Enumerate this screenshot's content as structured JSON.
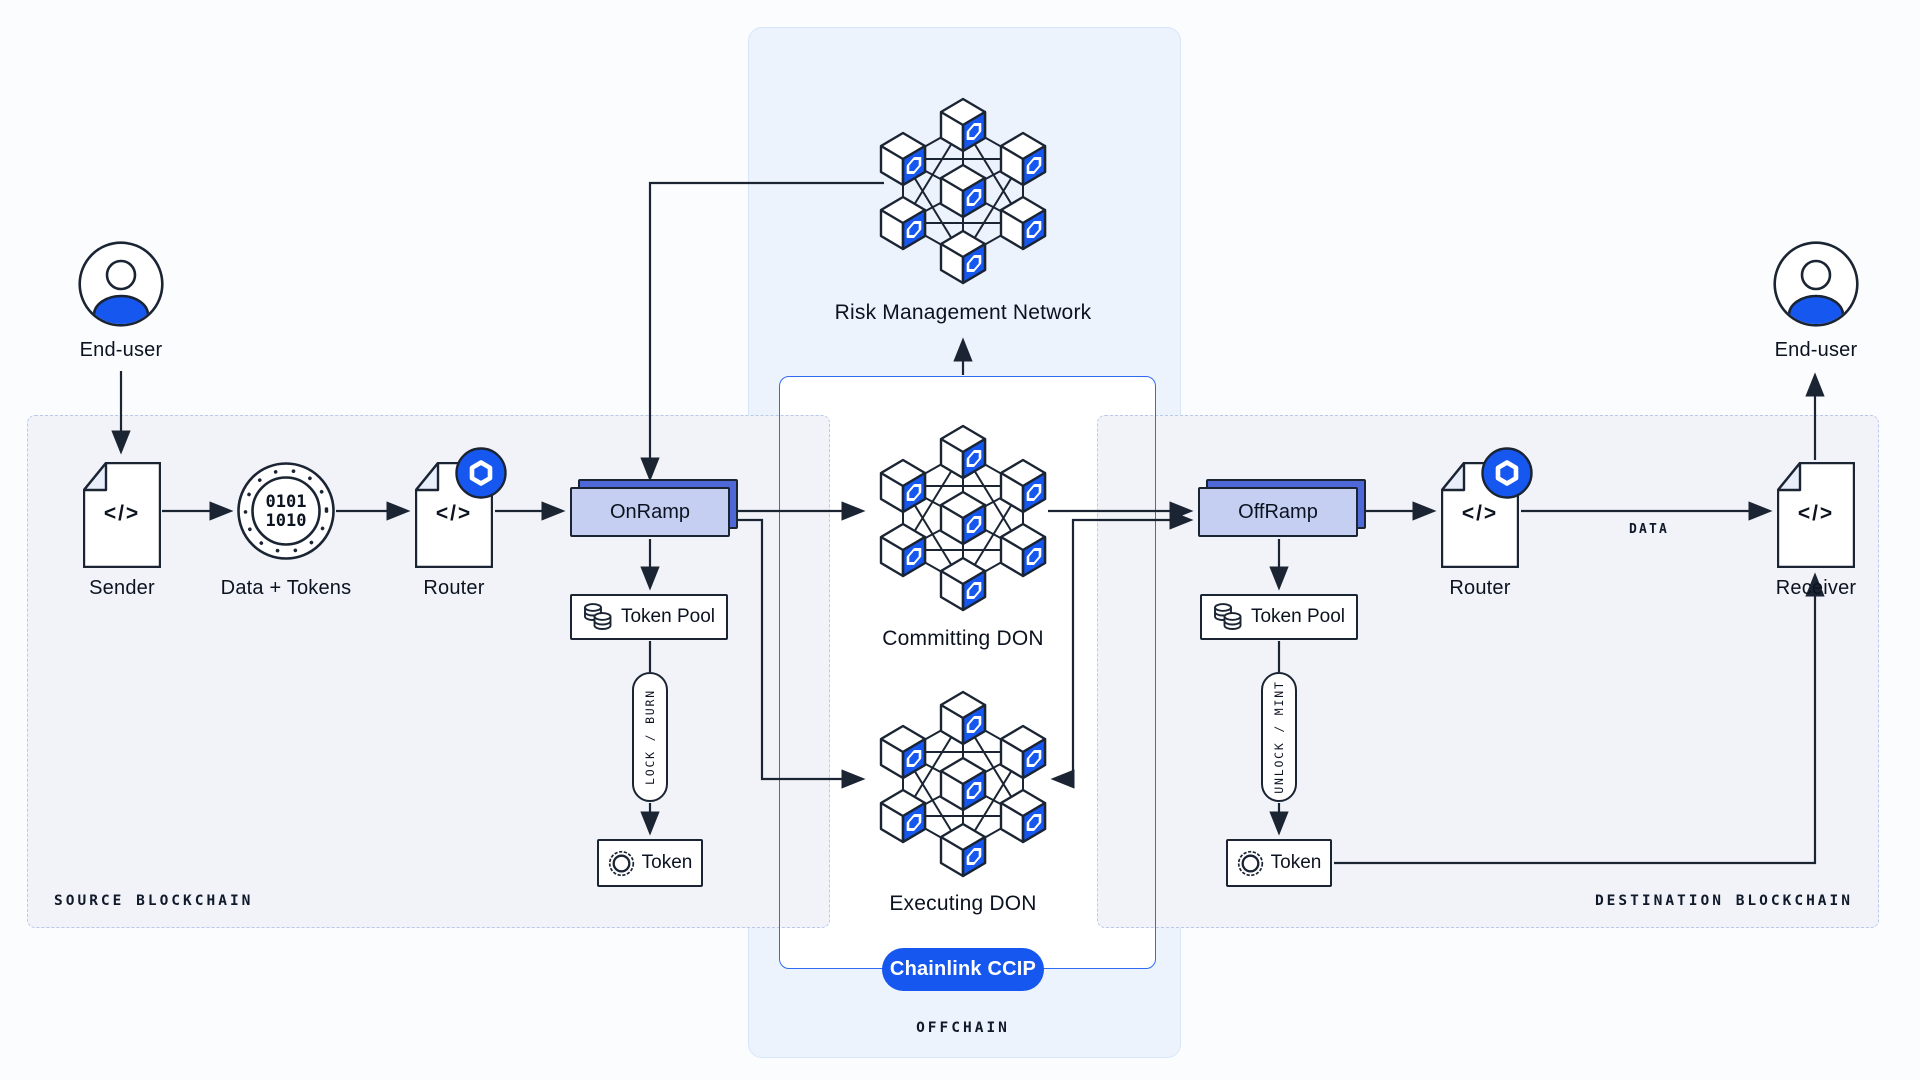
{
  "colors": {
    "brand_blue": "#1657f0",
    "stroke_dark": "#1a2433",
    "ramp_fill": "#c5cff2",
    "ramp_back": "#4f68d7",
    "panel_bg": "#f1f3f9",
    "panel_border": "#b9c9ea",
    "offchain_bg": "#edf3fd",
    "offchain_border": "#d7e5fa",
    "inner_box_border": "#2e6bf2"
  },
  "glyphs": {
    "code": "</>"
  },
  "source": {
    "panel_label": "SOURCE BLOCKCHAIN",
    "end_user": "End-user",
    "sender": "Sender",
    "data_tokens": {
      "label": "Data + Tokens",
      "line1": "0101",
      "line2": "1010"
    },
    "router": "Router",
    "onramp": "OnRamp",
    "token_pool": "Token Pool",
    "lock_burn": "LOCK / BURN",
    "token": "Token"
  },
  "offchain": {
    "panel_label": "OFFCHAIN",
    "rmn": "Risk Management Network",
    "committing_don": "Committing DON",
    "executing_don": "Executing DON",
    "ccip_badge": "Chainlink CCIP"
  },
  "destination": {
    "panel_label": "DESTINATION BLOCKCHAIN",
    "offramp": "OffRamp",
    "token_pool": "Token Pool",
    "unlock_mint": "UNLOCK / MINT",
    "token": "Token",
    "router": "Router",
    "data_label": "DATA",
    "receiver": "Receiver",
    "end_user": "End-user"
  }
}
